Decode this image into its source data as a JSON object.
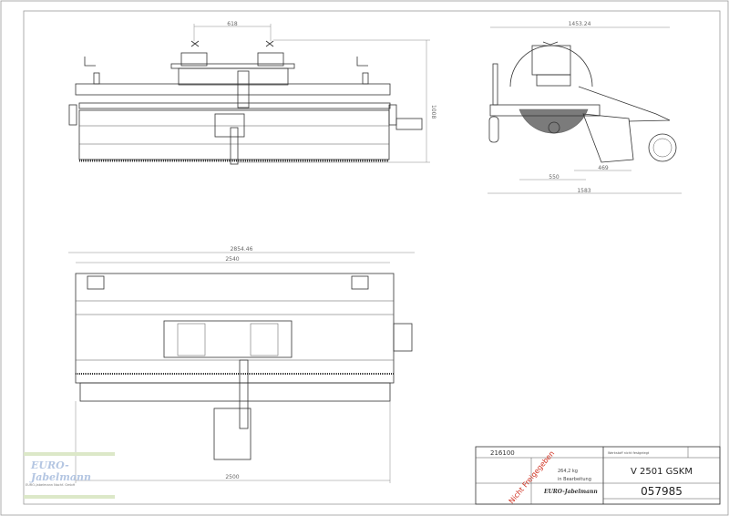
{
  "dimensions": {
    "front": {
      "bracket_spacing": "618",
      "height": "1008"
    },
    "side": {
      "overall_top": "1453.24",
      "brush_offset": "469",
      "brush_width": "550",
      "overall_length": "1583"
    },
    "top": {
      "overall_width": "2854.46",
      "housing_width": "2540",
      "working_width": "2500"
    }
  },
  "title_block": {
    "drawing_no": "216100",
    "material": "Werkstoff nicht festgelegt",
    "weight": "264,2 kg",
    "status": "in Bearbeitung",
    "designation": "V 2501 GSKM",
    "article_no": "057985",
    "stamp": "Nicht Freigegeben",
    "company_logo": "EURO-Jabelmann"
  },
  "watermark": {
    "logo": "EURO-Jabelmann",
    "company": "EURO-Jabelmann Nachf. GmbH"
  },
  "colors": {
    "line": "#333333",
    "stamp": "#d03020",
    "watermark_band": "#dce8c8",
    "watermark_text": "#b4c6e2"
  }
}
